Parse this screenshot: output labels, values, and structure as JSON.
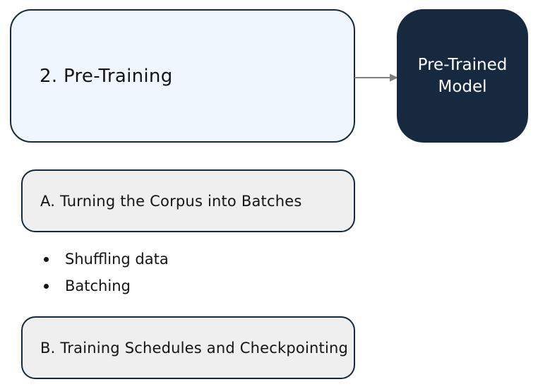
{
  "colors": {
    "node_border_navy": "#15293c",
    "dark_node_fill": "#16293e",
    "stage_node_fill": "#eff6fd",
    "section_node_fill": "#efefef",
    "arrow_gray": "#808080",
    "text_dark": "#141414",
    "dark_node_text": "#ffffff"
  },
  "stage_box": {
    "label": "2. Pre-Training"
  },
  "output_box": {
    "line1": "Pre-Trained",
    "line2": "Model"
  },
  "sections": {
    "a": {
      "label": "A. Turning the Corpus into Batches"
    },
    "b": {
      "label": "B. Training Schedules and Checkpointing"
    }
  },
  "bullets": [
    "Shuffling data",
    "Batching"
  ]
}
